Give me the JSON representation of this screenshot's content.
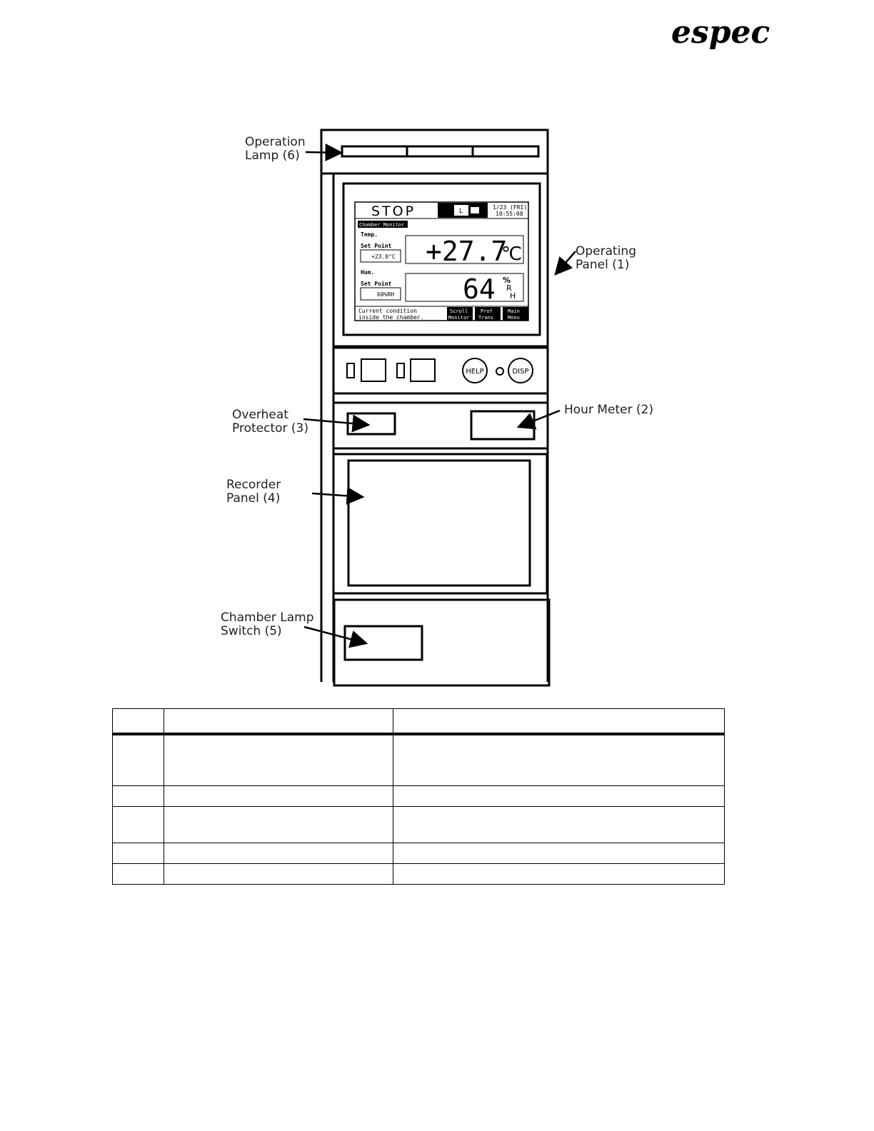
{
  "brand": {
    "logo_text": "espec"
  },
  "callouts": {
    "operation_lamp": [
      "Operation",
      "Lamp (6)"
    ],
    "operating_panel": [
      "Operating",
      "Panel (1)"
    ],
    "overheat_protector": [
      "Overheat",
      "Protector (3)"
    ],
    "hour_meter": "Hour Meter (2)",
    "recorder_panel": [
      "Recorder",
      "Panel (4)"
    ],
    "chamber_lamp_switch": [
      "Chamber Lamp",
      "Switch (5)"
    ]
  },
  "screen": {
    "status": "STOP",
    "date": "1/23 (FRI)",
    "time": "10:55:08",
    "mode_label": "Chamber Monitor",
    "temp_label": "Temp.",
    "temp_setpoint_label": "Set Point",
    "temp_setpoint_value": "+23.0°C",
    "temp_value": "+27.7",
    "temp_unit": "℃",
    "hum_label": "Hum.",
    "hum_setpoint_label": "Set Point",
    "hum_setpoint_value": "60%RH",
    "hum_value": "64",
    "hum_unit_top": "%",
    "hum_unit_mid": "R",
    "hum_unit_bot": "H",
    "footer_line1": "Current condition",
    "footer_line2": "inside the chamber.",
    "softkeys": [
      {
        "line1": "Scroll",
        "line2": "Monitor"
      },
      {
        "line1": "Prof",
        "line2": "Trans"
      },
      {
        "line1": "Main",
        "line2": "Menu"
      }
    ]
  },
  "keys": {
    "help": "HELP",
    "disp": "DISP"
  },
  "table": {
    "rows": 5,
    "columns": 3
  },
  "colors": {
    "ink": "#111111",
    "background": "#ffffff"
  }
}
